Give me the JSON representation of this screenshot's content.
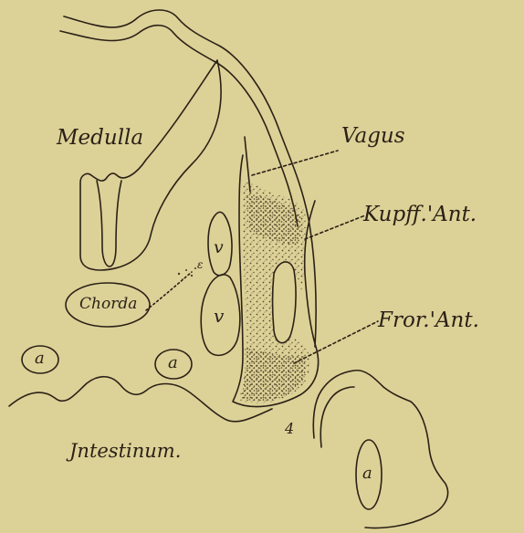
{
  "figure": {
    "background_color": "#dcd197",
    "ink_color": "#2b2116",
    "stipple_color": "#5a4a30",
    "labels": {
      "medulla": "Medulla",
      "vagus": "Vagus",
      "kupff_ant": "Kupff.'Ant.",
      "fror_ant": "Fror.'Ant.",
      "chorda": "Chorda",
      "v_upper": "v",
      "v_lower": "v",
      "a_left": "a",
      "a_middle": "a",
      "a_right": "a",
      "intestinum": "Jntestinum.",
      "number_4": "4",
      "epsilon_mark": "ε"
    }
  }
}
